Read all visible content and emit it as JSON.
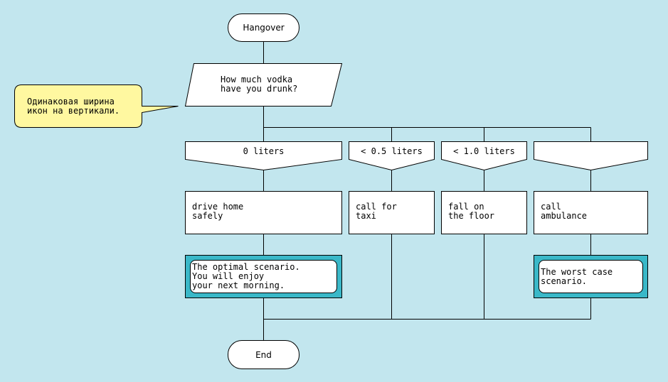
{
  "diagram": {
    "start": {
      "label": "Hangover"
    },
    "question": {
      "label": "How much vodka\nhave you drunk?"
    },
    "callout": {
      "text": "Одинаковая ширина\nикон на вертикали."
    },
    "cases": [
      {
        "condition": "0 liters",
        "action": "drive home\nsafely",
        "comment": "The optimal scenario.\nYou will enjoy\nyour next morning."
      },
      {
        "condition": "< 0.5 liters",
        "action": "call for\ntaxi",
        "comment": null
      },
      {
        "condition": "< 1.0 liters",
        "action": "fall on\nthe floor",
        "comment": null
      },
      {
        "condition": "",
        "action": "call\nambulance",
        "comment": "The worst case\nscenario."
      }
    ],
    "end": {
      "label": "End"
    }
  },
  "colors": {
    "background": "#c2e6ee",
    "comment_frame": "#3ab8c8",
    "callout_fill": "#fff8a0"
  }
}
